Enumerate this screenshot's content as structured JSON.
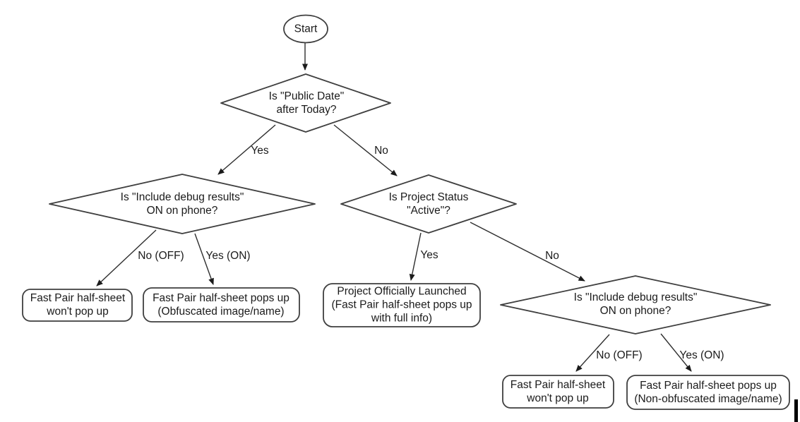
{
  "diagram": {
    "title_hint": "Fast Pair half-sheet decision flowchart",
    "background_color": "#ffffff",
    "shape_stroke_color": "#3f3f3f",
    "edge_stroke_color": "#2e2e2e",
    "text_color": "#1b1b1b",
    "nodes": {
      "start": {
        "type": "terminator",
        "label": "Start"
      },
      "decision_public_date": {
        "type": "decision",
        "lines": [
          "Is \"Public Date\"",
          "after Today?"
        ]
      },
      "decision_debug_left": {
        "type": "decision",
        "lines": [
          "Is \"Include debug results\"",
          "ON on phone?"
        ]
      },
      "decision_project_status": {
        "type": "decision",
        "lines": [
          "Is Project Status",
          "\"Active\"?"
        ]
      },
      "decision_debug_right": {
        "type": "decision",
        "lines": [
          "Is \"Include debug results\"",
          "ON on phone?"
        ]
      },
      "result_no_popup_left": {
        "type": "process",
        "lines": [
          "Fast Pair half-sheet",
          "won't pop up"
        ]
      },
      "result_obfuscated": {
        "type": "process",
        "lines": [
          "Fast Pair half-sheet pops up",
          "(Obfuscated image/name)"
        ]
      },
      "result_launched": {
        "type": "process",
        "lines": [
          "Project Officially Launched",
          "(Fast Pair half-sheet pops up",
          "with full info)"
        ]
      },
      "result_no_popup_right": {
        "type": "process",
        "lines": [
          "Fast Pair half-sheet",
          "won't pop up"
        ]
      },
      "result_non_obfuscated": {
        "type": "process",
        "lines": [
          "Fast Pair half-sheet pops up",
          "(Non-obfuscated image/name)"
        ]
      }
    },
    "edge_labels": {
      "public_date_yes": "Yes",
      "public_date_no": "No",
      "debug_left_no": "No (OFF)",
      "debug_left_yes": "Yes (ON)",
      "project_status_yes": "Yes",
      "project_status_no": "No",
      "debug_right_no": "No (OFF)",
      "debug_right_yes": "Yes (ON)"
    }
  }
}
